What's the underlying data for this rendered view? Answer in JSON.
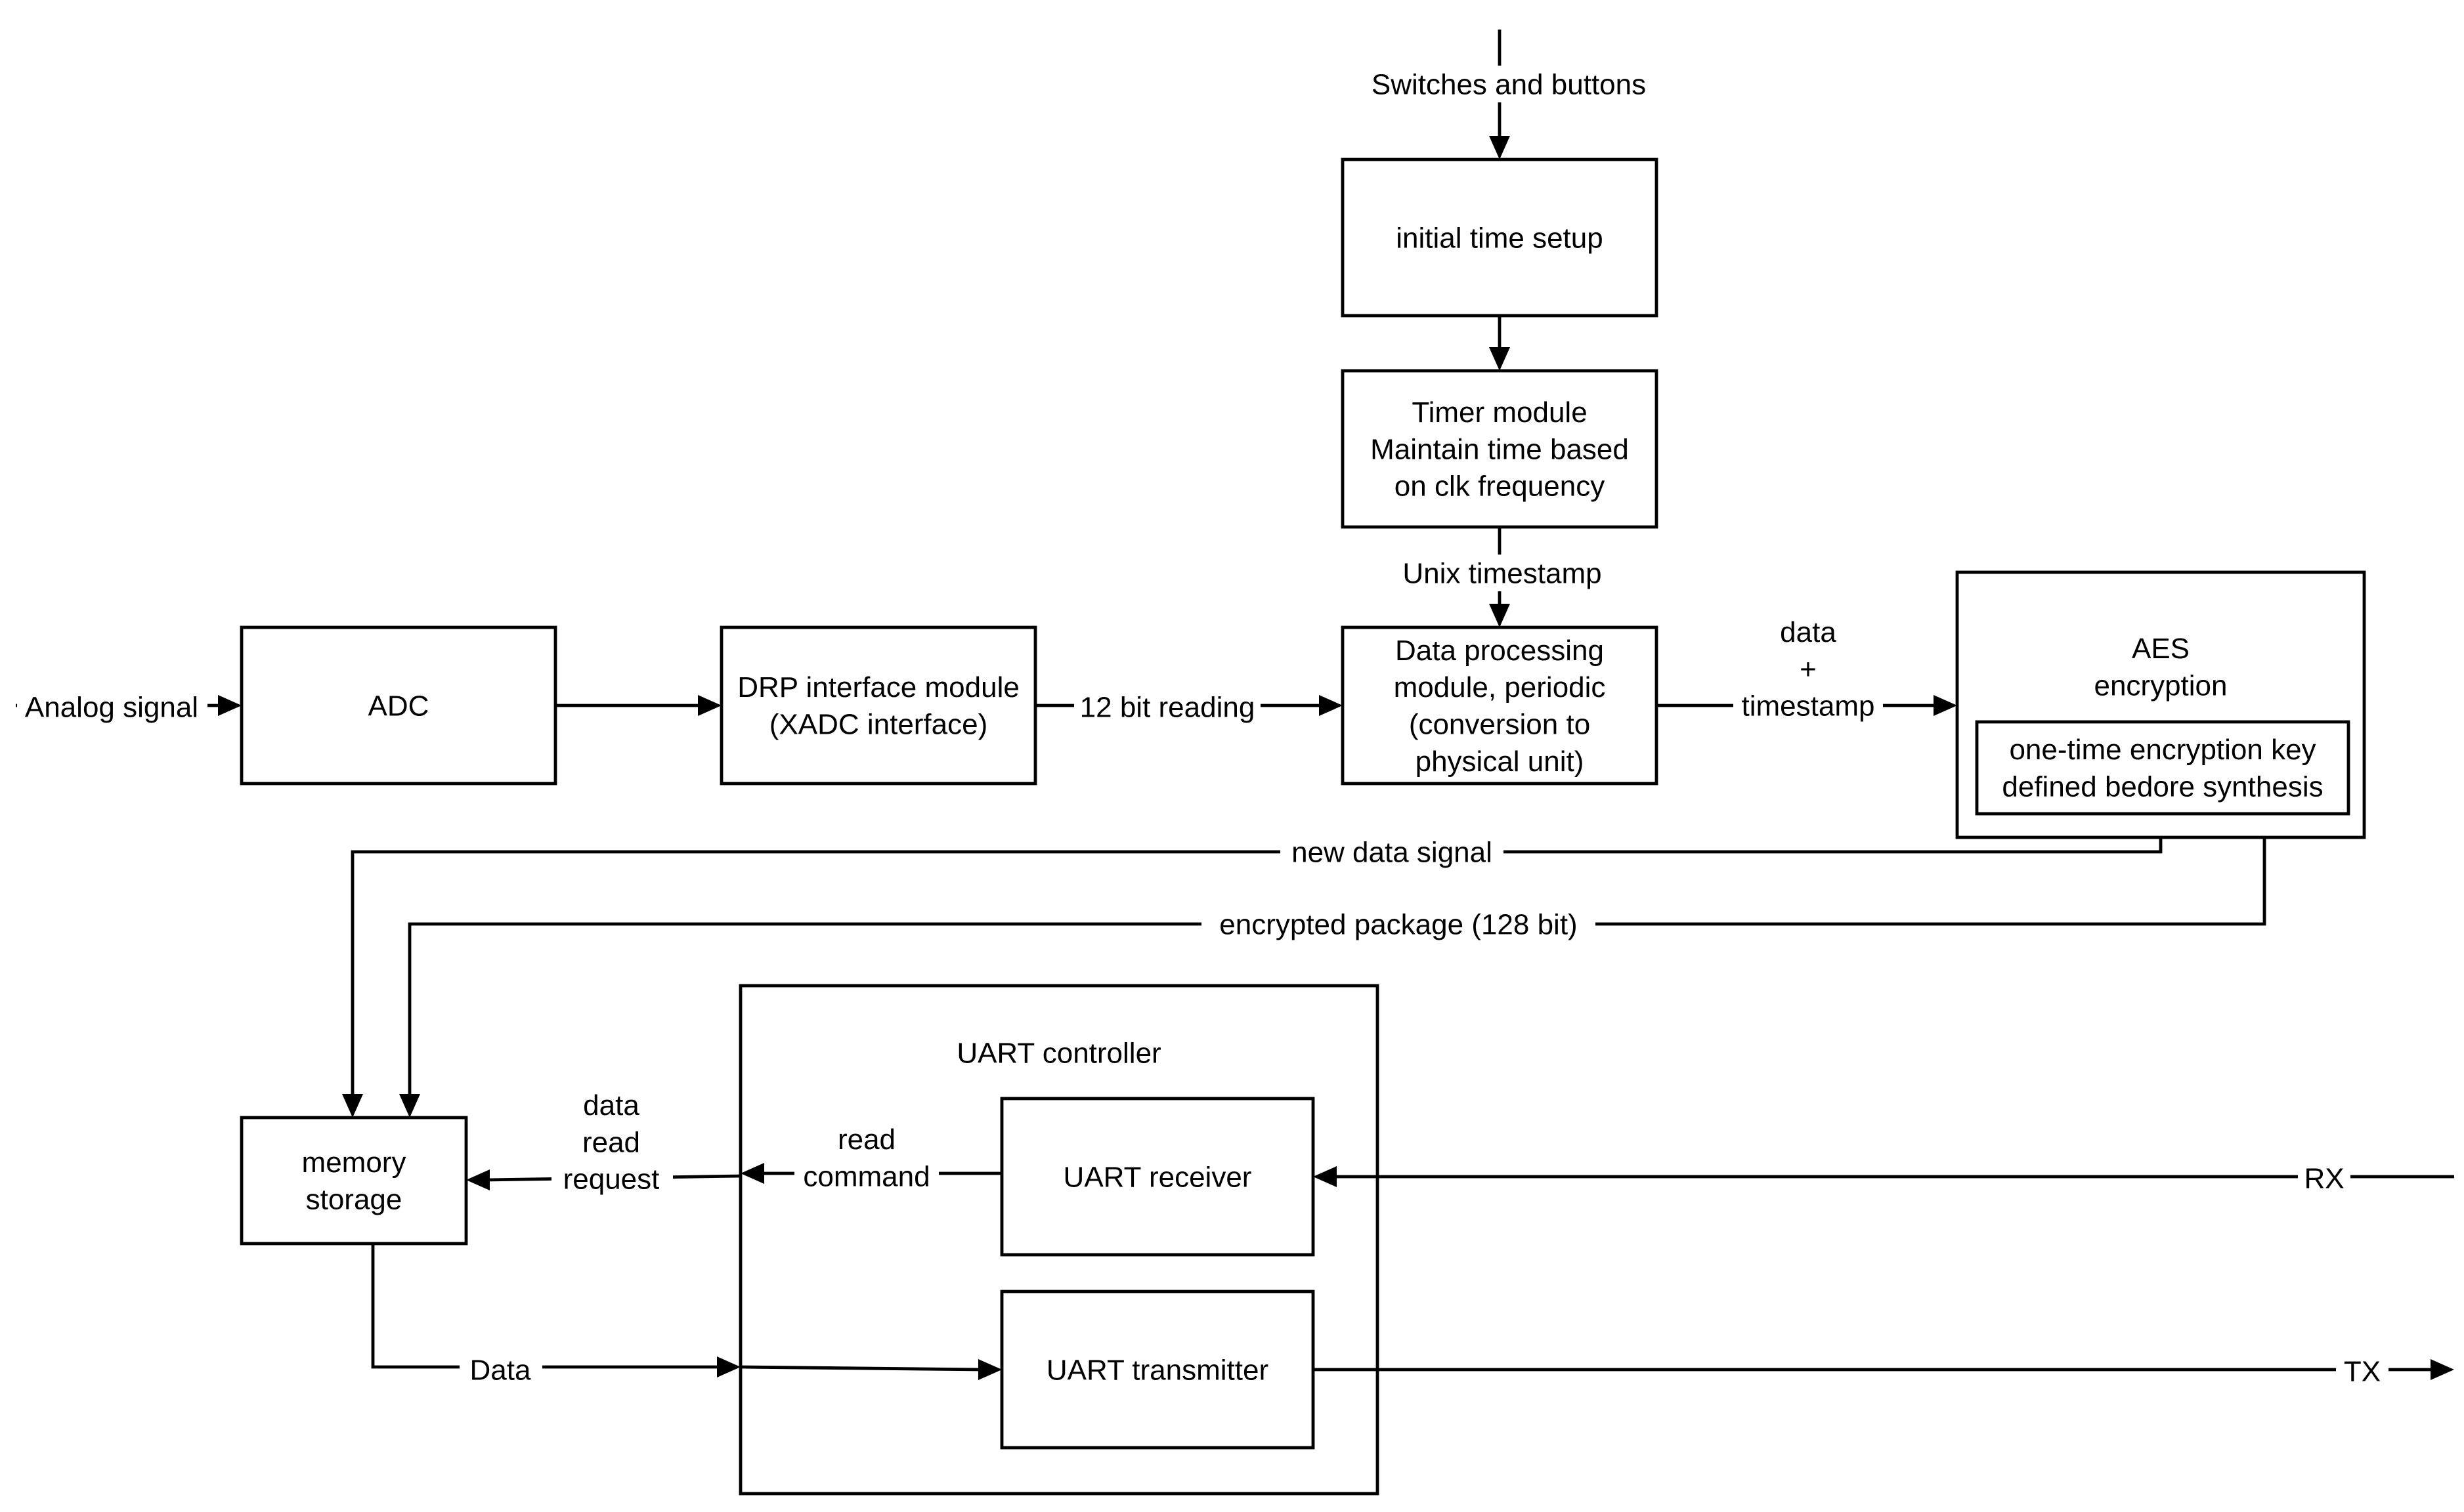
{
  "blocks": {
    "initial_time_setup": [
      "initial time setup"
    ],
    "timer_module": [
      "Timer module",
      "Maintain time based",
      "on clk frequency"
    ],
    "adc": [
      "ADC"
    ],
    "drp_interface": [
      "DRP interface module",
      "(XADC interface)"
    ],
    "data_processing": [
      "Data processing",
      "module, periodic",
      "(conversion to",
      "physical unit)"
    ],
    "aes_encryption": [
      "AES",
      "encryption"
    ],
    "encryption_key": [
      "one-time encryption key",
      "defined bedore synthesis"
    ],
    "memory_storage": [
      "memory",
      "storage"
    ],
    "uart_controller": [
      "UART controller"
    ],
    "uart_receiver": [
      "UART receiver"
    ],
    "uart_transmitter": [
      "UART transmitter"
    ]
  },
  "labels": {
    "switches_and_buttons": [
      "Switches and buttons"
    ],
    "unix_timestamp": [
      "Unix timestamp"
    ],
    "analog_signal": [
      "Analog signal"
    ],
    "twelve_bit_reading": [
      "12 bit reading"
    ],
    "data_timestamp": [
      "data",
      "+",
      "timestamp"
    ],
    "new_data_signal": [
      "new data signal"
    ],
    "encrypted_package": [
      "encrypted package (128 bit)"
    ],
    "data_read_request": [
      "data",
      "read",
      "request"
    ],
    "read_command": [
      "read",
      "command"
    ],
    "data": [
      "Data"
    ],
    "rx": [
      "RX"
    ],
    "tx": [
      "TX"
    ]
  }
}
